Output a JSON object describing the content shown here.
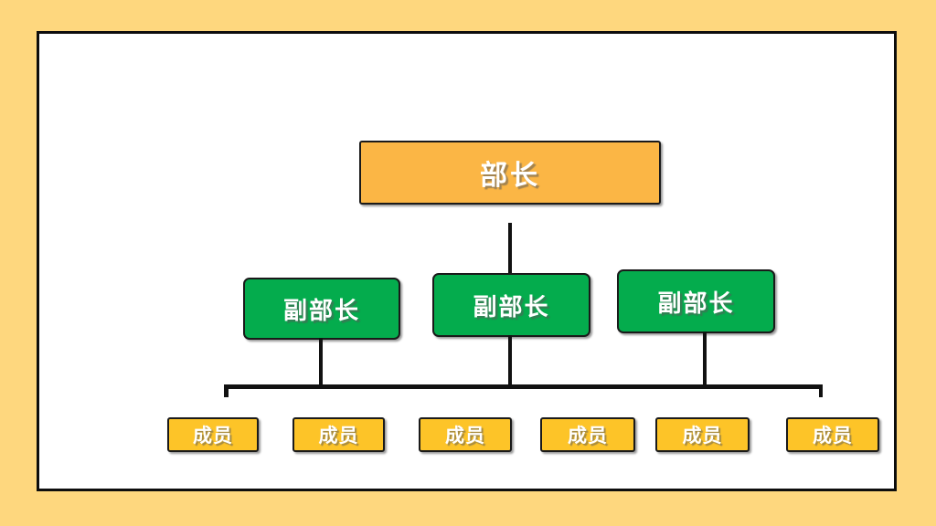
{
  "slide": {
    "background_color": "#FED77E",
    "canvas_color": "#FFFFFF",
    "canvas_border_color": "#0D0D0D"
  },
  "org_chart": {
    "connector_color": "#111111",
    "root": {
      "label": "部长",
      "fill": "#FBB645"
    },
    "deputy_fill": "#04AC4D",
    "deputies": [
      {
        "label": "副部长"
      },
      {
        "label": "副部长"
      },
      {
        "label": "副部长"
      }
    ],
    "member_fill": "#FDC428",
    "members": [
      {
        "label": "成员"
      },
      {
        "label": "成员"
      },
      {
        "label": "成员"
      },
      {
        "label": "成员"
      },
      {
        "label": "成员"
      },
      {
        "label": "成员"
      }
    ]
  }
}
